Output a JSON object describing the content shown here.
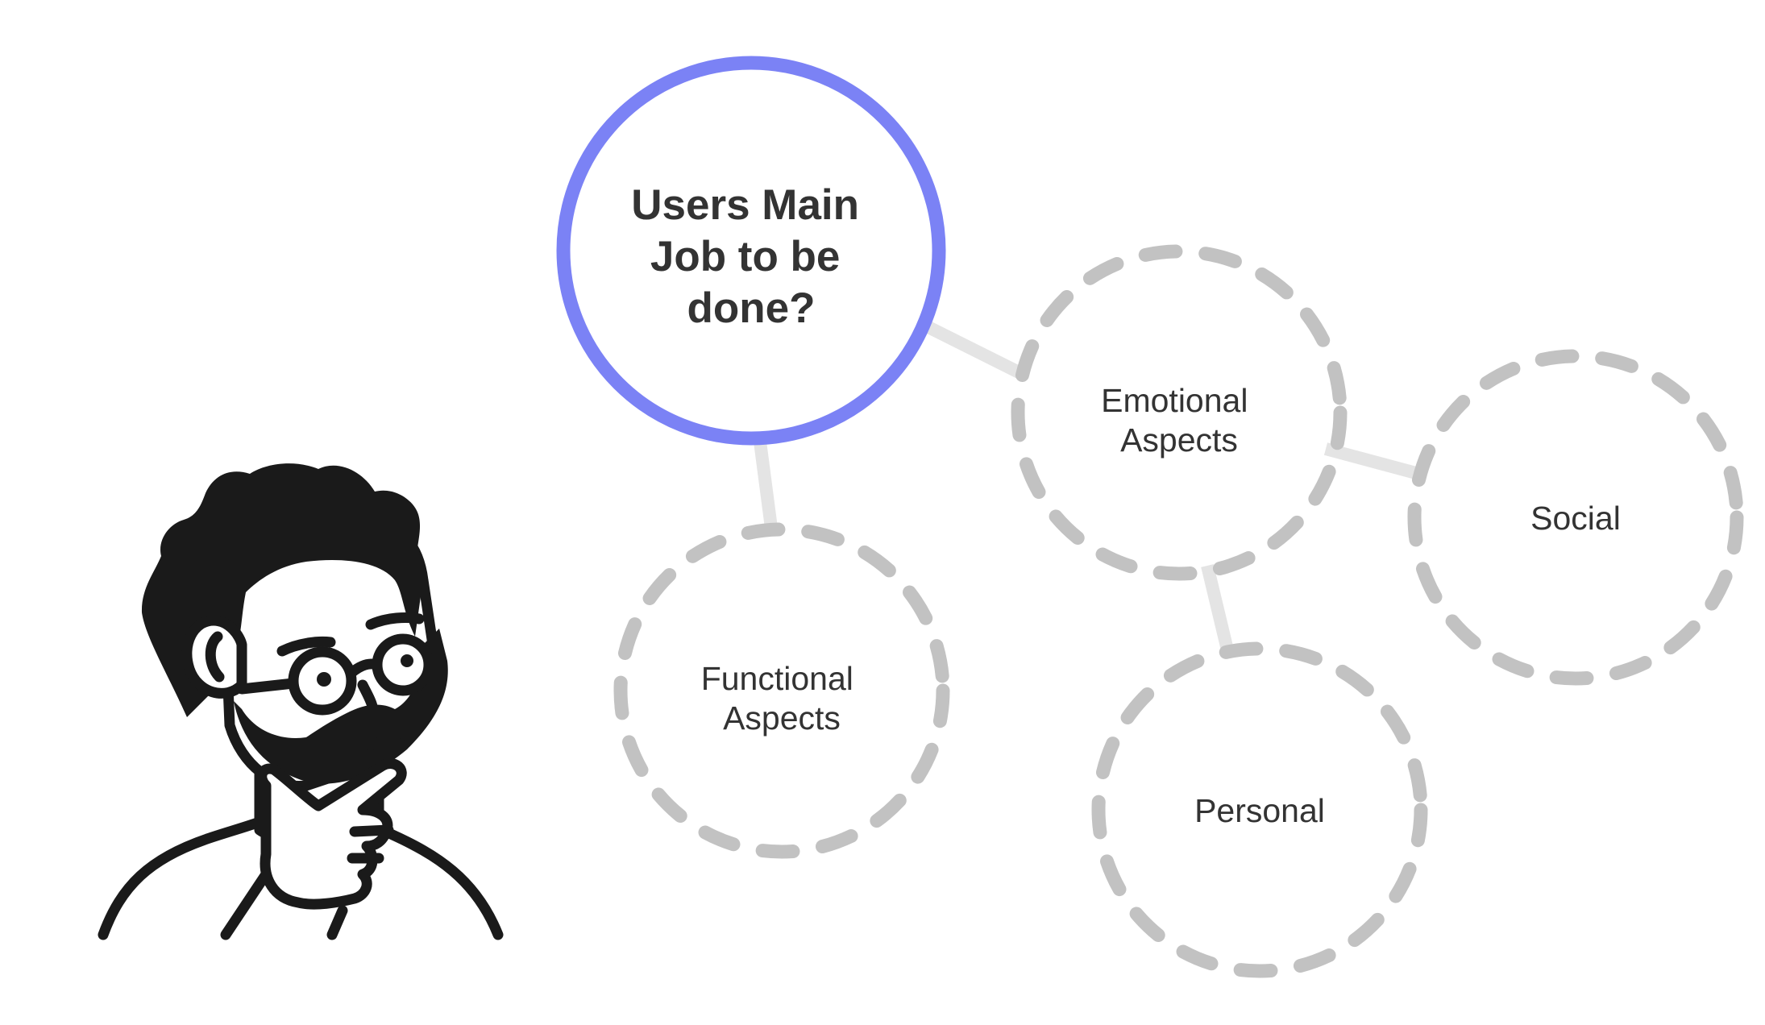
{
  "diagram": {
    "colors": {
      "main_ring": "#7b82f5",
      "aspect_ring": "#c2c2c2",
      "connector": "#e4e4e4",
      "text": "#333333",
      "figure": "#1a1a1a"
    },
    "main_node": {
      "lines": [
        "Users Main",
        "Job to be",
        "done?"
      ]
    },
    "functional_node": {
      "lines": [
        "Functional",
        "Aspects"
      ]
    },
    "emotional_node": {
      "lines": [
        "Emotional",
        "Aspects"
      ]
    },
    "social_node": {
      "lines": [
        "Social"
      ]
    },
    "personal_node": {
      "lines": [
        "Personal"
      ]
    },
    "figure": {
      "icon": "thinking-person-icon"
    }
  }
}
